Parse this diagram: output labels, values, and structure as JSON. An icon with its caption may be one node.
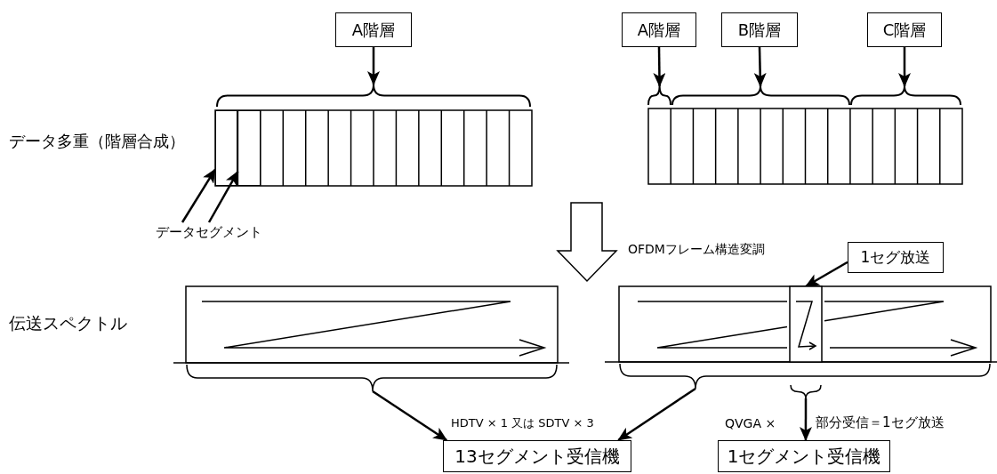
{
  "diagram": {
    "nodes": [
      {
        "text": [
          "A階層"
        ]
      },
      {
        "text": [
          "A階層"
        ]
      },
      {
        "text": [
          "B階層"
        ]
      },
      {
        "text": [
          "C階層"
        ]
      },
      {
        "text": [],
        "shape": "bar"
      },
      {
        "text": [],
        "shape": "box",
        "in": 4
      },
      {
        "text": [],
        "shape": "box",
        "in": 4
      },
      {
        "text": [],
        "shape": "bar"
      },
      {
        "text": [
          "データセグメント"
        ]
      },
      {
        "text": [],
        "shape": "box"
      },
      {
        "text": [],
        "shape": "box"
      },
      {
        "text": [],
        "shape": "box",
        "in": 10
      },
      {
        "text": [
          "1セグ放送"
        ]
      },
      {
        "text": [
          "13セグメント受信機"
        ],
        "beside": [
          "HDTV × 1 又は SDTV × 3"
        ]
      },
      {
        "text": [
          "1セグメント受信機"
        ],
        "beside": [
          "QVGA ×",
          "部分受信＝1セグ放送"
        ]
      }
    ],
    "edges": [
      {
        "from": 0,
        "to": 4,
        "arrow": "to"
      },
      {
        "from": 1,
        "to": 7,
        "arrow": "to"
      },
      {
        "from": 2,
        "to": 7,
        "arrow": "to"
      },
      {
        "from": 3,
        "to": 7,
        "arrow": "to"
      },
      {
        "from": 8,
        "to": 5,
        "arrow": "to"
      },
      {
        "from": 8,
        "to": 6,
        "arrow": "to"
      },
      {
        "from": 12,
        "to": 11,
        "arrow": "to"
      },
      {
        "from": 9,
        "to": 13,
        "arrow": "to"
      },
      {
        "from": 10,
        "to": 13,
        "arrow": "to"
      },
      {
        "from": 11,
        "to": 14,
        "arrow": "to"
      }
    ],
    "labels": [
      "データ多重（階層合成）",
      "OFDMフレーム構造変調",
      "伝送スペクトル"
    ]
  }
}
